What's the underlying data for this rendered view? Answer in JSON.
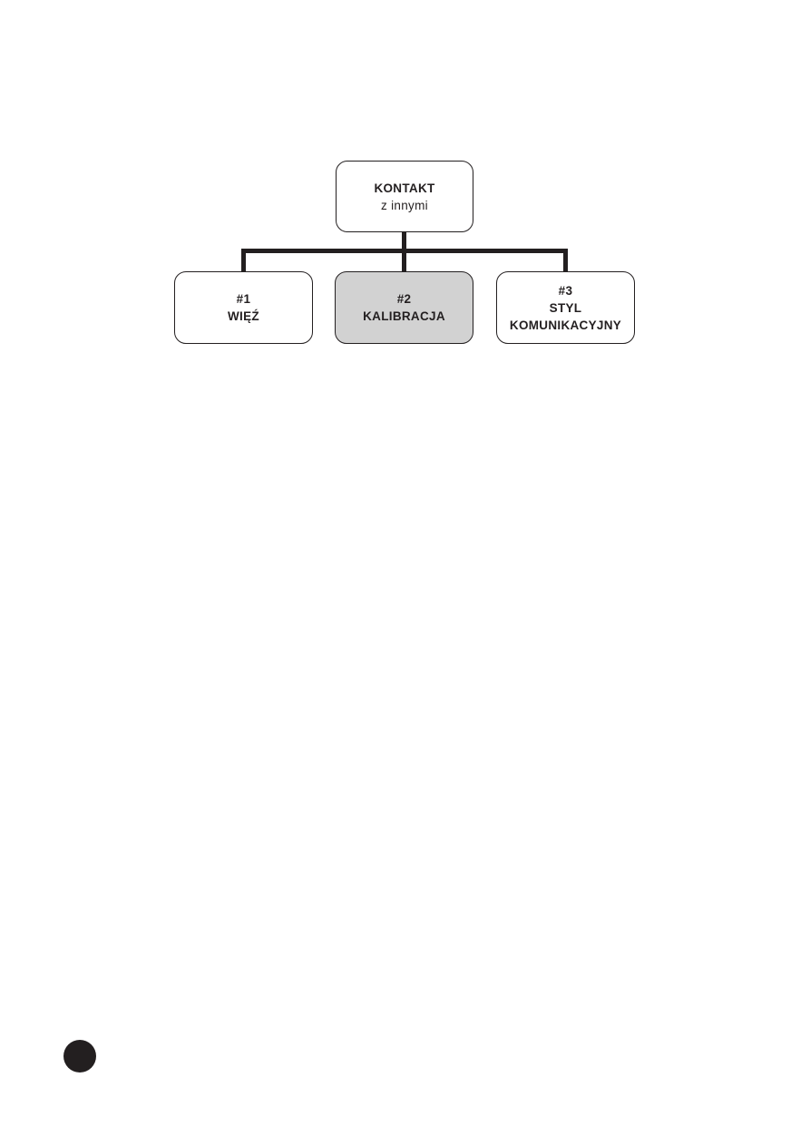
{
  "diagram": {
    "root": {
      "title": "KONTAKT",
      "subtitle": "z innymi"
    },
    "children": [
      {
        "label": "#1\nWIĘŹ",
        "fill": "#ffffff"
      },
      {
        "label": "#2\nKALIBRACJA",
        "fill": "#d2d2d2"
      },
      {
        "label": "#3\nSTYL\nKOMUNIKACYJNY",
        "fill": "#ffffff"
      }
    ],
    "colors": {
      "stroke": "#231f20",
      "highlight_fill": "#d2d2d2",
      "box_fill": "#ffffff",
      "text": "#231f20"
    }
  },
  "footer": {
    "page_marker": "filled-circle"
  }
}
